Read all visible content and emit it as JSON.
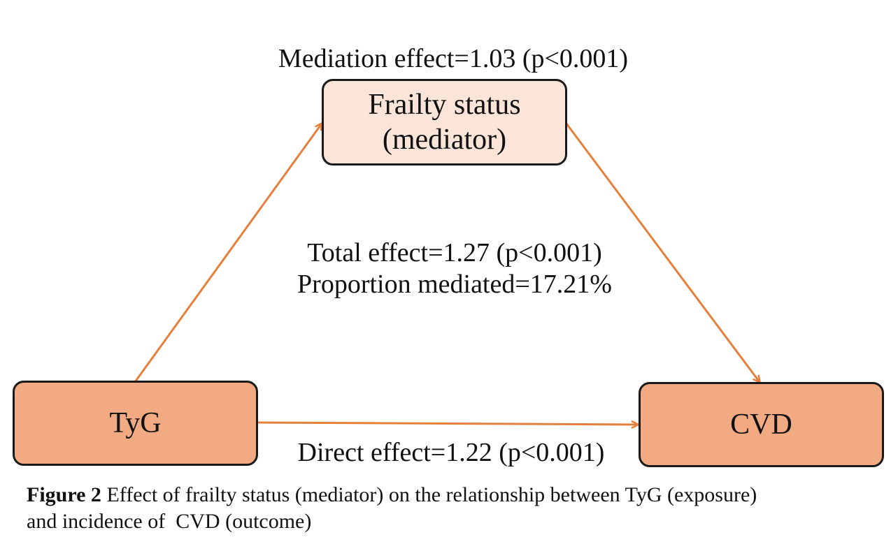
{
  "colors": {
    "arrow": "#e57f3c",
    "mediator_fill": "#fbe4d8",
    "node_fill": "#f2aa83",
    "border": "#1a1a1a"
  },
  "mediation_label": "Mediation effect=1.03 (p<0.001)",
  "nodes": {
    "mediator": {
      "line1": "Frailty status",
      "line2": "(mediator)"
    },
    "exposure": {
      "label": "TyG"
    },
    "outcome": {
      "label": "CVD"
    }
  },
  "center_labels": {
    "total": "Total effect=1.27 (p<0.001)",
    "proportion": "Proportion mediated=17.21%"
  },
  "direct_label": "Direct effect=1.22 (p<0.001)",
  "caption": {
    "figure_label": "Figure 2",
    "line1": "Effect of frailty status (mediator) on the relationship between TyG (exposure)",
    "line2": "and incidence of  CVD (outcome)"
  }
}
